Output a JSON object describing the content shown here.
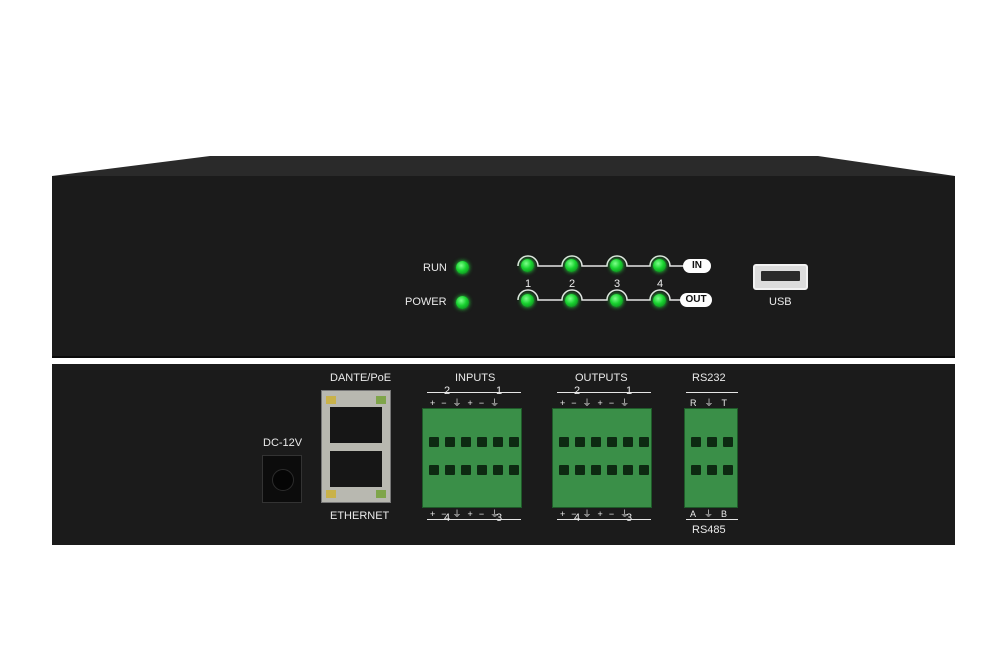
{
  "front": {
    "run_label": "RUN",
    "power_label": "POWER",
    "channel_numbers": [
      "1",
      "2",
      "3",
      "4"
    ],
    "in_label": "IN",
    "out_label": "OUT",
    "usb_label": "USB"
  },
  "rear": {
    "dc_label": "DC-12V",
    "dante_label": "DANTE/PoE",
    "ethernet_label": "ETHERNET",
    "inputs_label": "INPUTS",
    "outputs_label": "OUTPUTS",
    "rs232_label": "RS232",
    "rs485_label": "RS485",
    "in_top_ch": [
      "2",
      "1"
    ],
    "in_bottom_ch": [
      "4",
      "3"
    ],
    "out_top_ch": [
      "2",
      "1"
    ],
    "out_bottom_ch": [
      "4",
      "3"
    ],
    "terminal_signs": [
      "+",
      "−",
      "⏚",
      "+",
      "−",
      "⏚"
    ],
    "rs232_pins": [
      "R",
      "⏚",
      "T"
    ],
    "rs485_pins": [
      "A",
      "⏚",
      "B"
    ]
  },
  "colors": {
    "chassis": "#1b1b1b",
    "led_green": "#18d22f",
    "terminal_green": "#3a8f48",
    "silkscreen": "#eaeaea"
  }
}
